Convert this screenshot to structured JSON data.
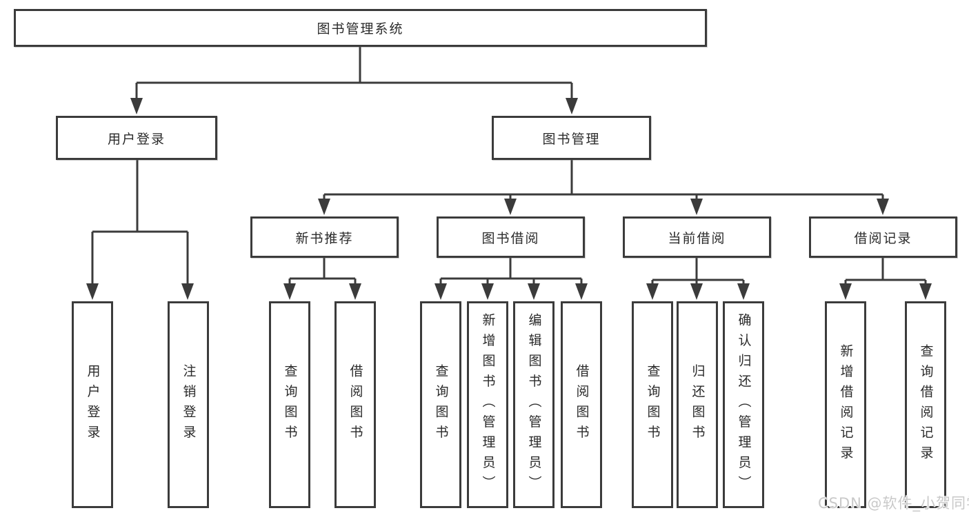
{
  "nodes": {
    "root": "图书管理系统",
    "user_login": "用户登录",
    "book_mgmt": "图书管理",
    "new_book_rec": "新书推荐",
    "book_borrow": "图书借阅",
    "current_borrow": "当前借阅",
    "borrow_records": "借阅记录"
  },
  "leaves": {
    "user_login_leaf": "用户登录",
    "logout": "注销登录",
    "rec_query_books": "查询图书",
    "rec_borrow_books": "借阅图书",
    "bb_query_books": "查询图书",
    "bb_add_books": "新增图书（管理员）",
    "bb_edit_books": "编辑图书（管理员）",
    "bb_borrow_books": "借阅图书",
    "cb_query_books": "查询图书",
    "cb_return_books": "归还图书",
    "cb_confirm_return": "确认归还（管理员）",
    "br_add_record": "新增借阅记录",
    "br_query_record": "查询借阅记录"
  },
  "watermark": "CSDN @软件_小贺同学",
  "colors": {
    "line": "#3b3b3b",
    "text": "#2a2a2a",
    "watermark": "#c9c9c9",
    "background": "#ffffff"
  }
}
